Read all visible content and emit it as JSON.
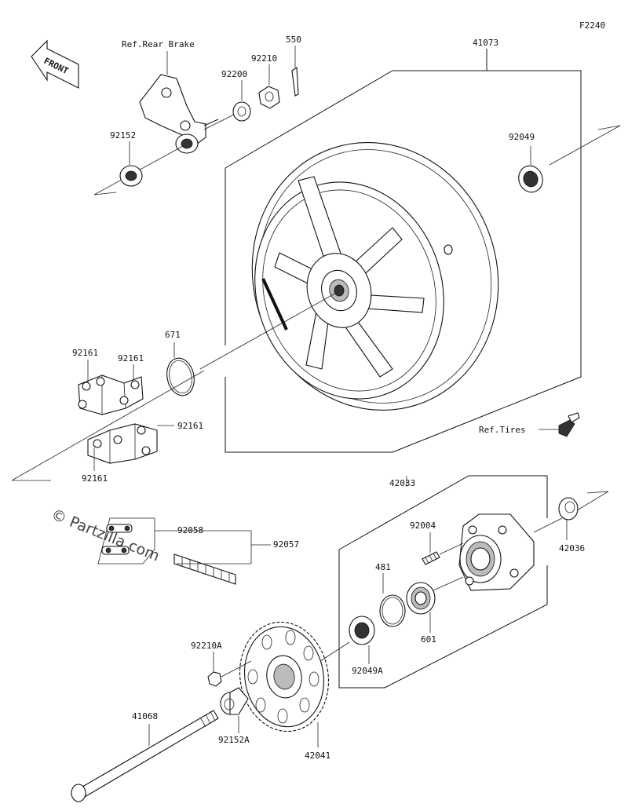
{
  "figure_code": "F2240",
  "front_label": "FRONT",
  "watermark": "© Partzilla.com",
  "refs": {
    "rear_brake": "Ref.Rear Brake",
    "tires": "Ref.Tires"
  },
  "parts": {
    "p550": "550",
    "p41073": "41073",
    "p92210": "92210",
    "p92200": "92200",
    "p92152": "92152",
    "p92049": "92049",
    "p671": "671",
    "p92161_a": "92161",
    "p92161_b": "92161",
    "p92161_c": "92161",
    "p92161_d": "92161",
    "p42033": "42033",
    "p92004": "92004",
    "p42036": "42036",
    "p92058": "92058",
    "p92057": "92057",
    "p481": "481",
    "p601": "601",
    "p92210A": "92210A",
    "p92049A": "92049A",
    "p41068": "41068",
    "p92152A": "92152A",
    "p42041": "42041"
  }
}
